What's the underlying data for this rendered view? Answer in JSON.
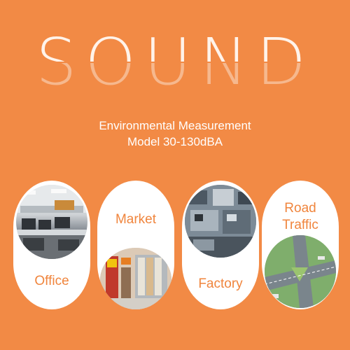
{
  "heading": {
    "title": "SOUND"
  },
  "subtitle": {
    "line1": "Environmental Measurement",
    "line2": "Model 30-130dBA"
  },
  "cards": [
    {
      "label": "Office"
    },
    {
      "label": "Market"
    },
    {
      "label": "Factory"
    },
    {
      "label_line1": "Road",
      "label_line2": "Traffic"
    }
  ],
  "colors": {
    "background": "#f28a45",
    "card": "#ffffff",
    "label": "#f0853d"
  }
}
